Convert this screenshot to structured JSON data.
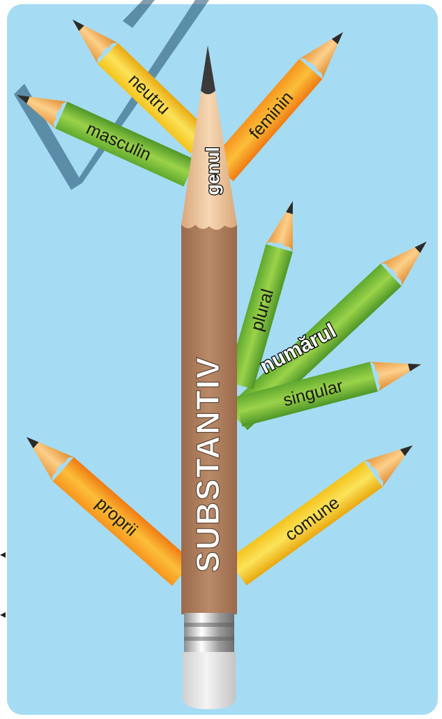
{
  "main_label": "SUBSTANTIV",
  "branches": [
    {
      "id": "genul",
      "label": "genul",
      "values": [
        "masculin",
        "feminin",
        "neutru"
      ]
    },
    {
      "id": "numarul",
      "label": "numărul",
      "values": [
        "singular",
        "plural"
      ]
    },
    {
      "id": "tipul",
      "values": [
        "proprii",
        "comune"
      ]
    }
  ],
  "colors": {
    "background": "#a5dcf3",
    "main_pencil": "#b07d5c",
    "green_pencil": "#7cc242",
    "orange_pencil": "#f7931e",
    "yellow_pencil": "#f5c518",
    "watermark": "#1f4e6b"
  }
}
